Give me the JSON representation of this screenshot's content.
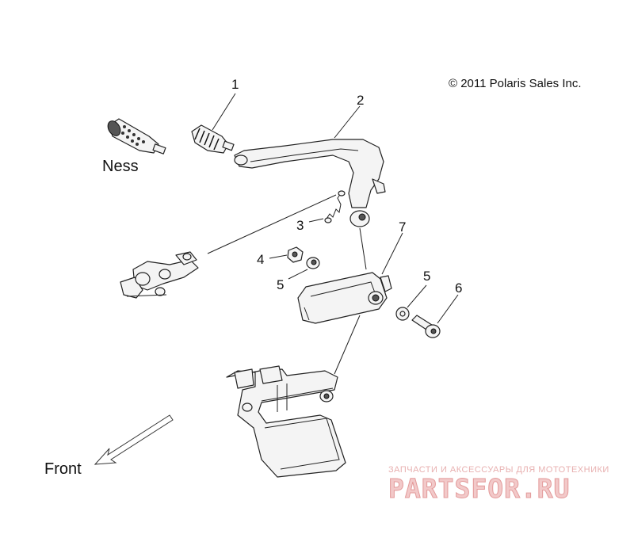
{
  "copyright": "© 2011 Polaris Sales Inc.",
  "callouts": {
    "c1": "1",
    "c2": "2",
    "c3": "3",
    "c4": "4",
    "c5a": "5",
    "c5b": "5",
    "c6": "6",
    "c7": "7"
  },
  "labels": {
    "ness": "Ness",
    "front": "Front"
  },
  "watermark": {
    "tagline": "ЗАПЧАСТИ И АКСЕССУАРЫ ДЛЯ МОТОТЕХНИКИ",
    "brand": "PARTSFOR.RU"
  }
}
